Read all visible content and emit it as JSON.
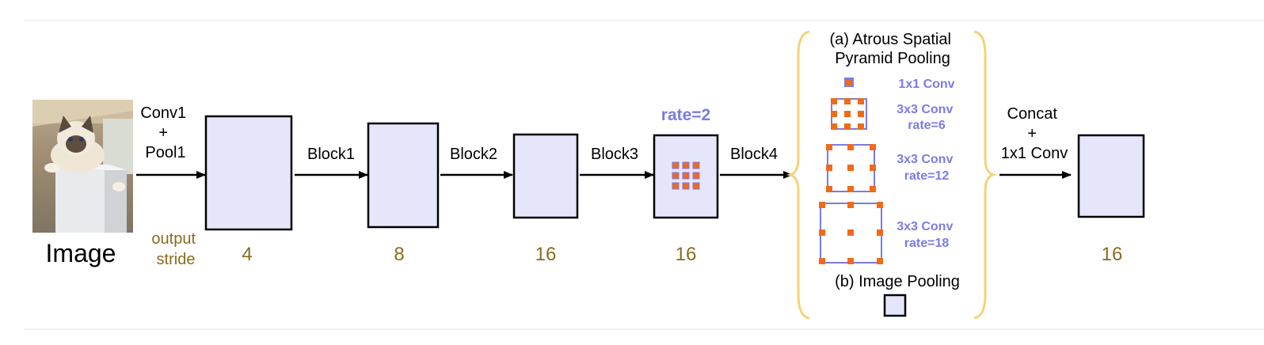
{
  "colors": {
    "block_fill": "#e6e6fa",
    "block_stroke": "#000000",
    "stride_text": "#8b6a1e",
    "accent": "#7b7be6",
    "dot_fill": "#f06a1a",
    "brace": "#f5d27a",
    "divider": "#e8e8e8"
  },
  "input": {
    "image_label": "Image",
    "image_icon": "cat-photo"
  },
  "stride_label": [
    "output",
    "stride"
  ],
  "stages": [
    {
      "op": [
        "Conv1",
        "+",
        "Pool1"
      ],
      "stride": "4"
    },
    {
      "op": [
        "Block1"
      ],
      "stride": "8"
    },
    {
      "op": [
        "Block2"
      ],
      "stride": "16"
    },
    {
      "op": [
        "Block3"
      ],
      "stride": "16",
      "rate": "rate=2"
    },
    {
      "op": [
        "Block4"
      ]
    }
  ],
  "aspp": {
    "title": [
      "(a) Atrous Spatial",
      "Pyramid Pooling"
    ],
    "branches": [
      {
        "label": [
          "1x1 Conv"
        ]
      },
      {
        "label": [
          "3x3 Conv",
          "rate=6"
        ]
      },
      {
        "label": [
          "3x3 Conv",
          "rate=12"
        ]
      },
      {
        "label": [
          "3x3 Conv",
          "rate=18"
        ]
      }
    ],
    "pooling_title": "(b) Image Pooling"
  },
  "output": {
    "op": [
      "Concat",
      "+",
      "1x1 Conv"
    ],
    "stride": "16"
  }
}
